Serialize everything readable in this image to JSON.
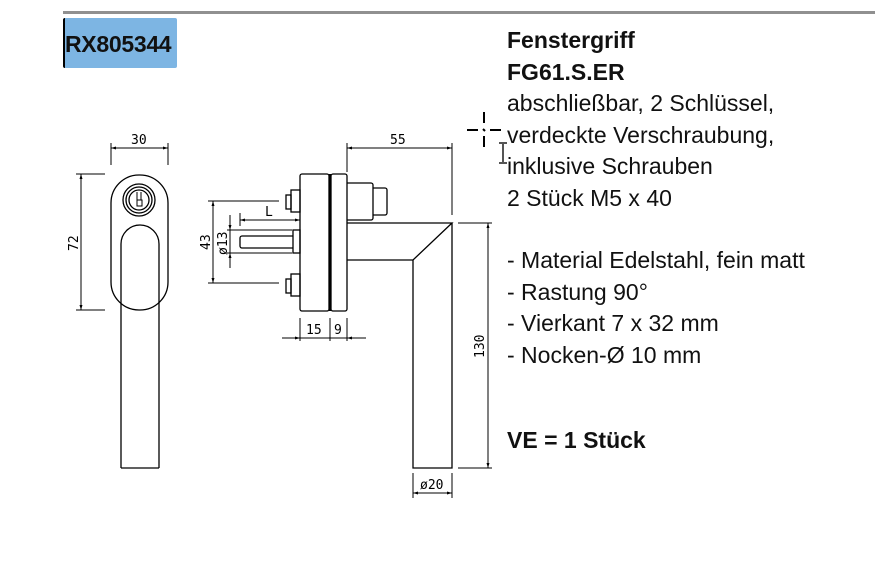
{
  "article_number": "RX805344",
  "product": {
    "title": "Fenstergriff",
    "model": "FG61.S.ER",
    "description_lines": [
      "abschließbar, 2 Schlüssel,",
      "verdeckte Verschraubung,",
      "inklusive Schrauben",
      "2 Stück M5 x 40"
    ],
    "features": [
      "- Material Edelstahl, fein matt",
      "- Rastung 90°",
      "- Vierkant 7 x 32 mm",
      "- Nocken-Ø 10 mm"
    ],
    "packaging_unit": "VE = 1 Stück"
  },
  "drawing": {
    "dim_width_front": "30",
    "dim_height_front": "72",
    "dim_projection": "55",
    "dim_screw_spacing": "43",
    "dim_cam_diameter": "ø13",
    "dim_spindle_length": "L",
    "dim_rosette_depth_1": "15",
    "dim_rosette_depth_2": "9",
    "dim_lever_length": "130",
    "dim_lever_diameter": "ø20"
  },
  "colors": {
    "badge": "#7db5e3",
    "rule": "#909090"
  }
}
